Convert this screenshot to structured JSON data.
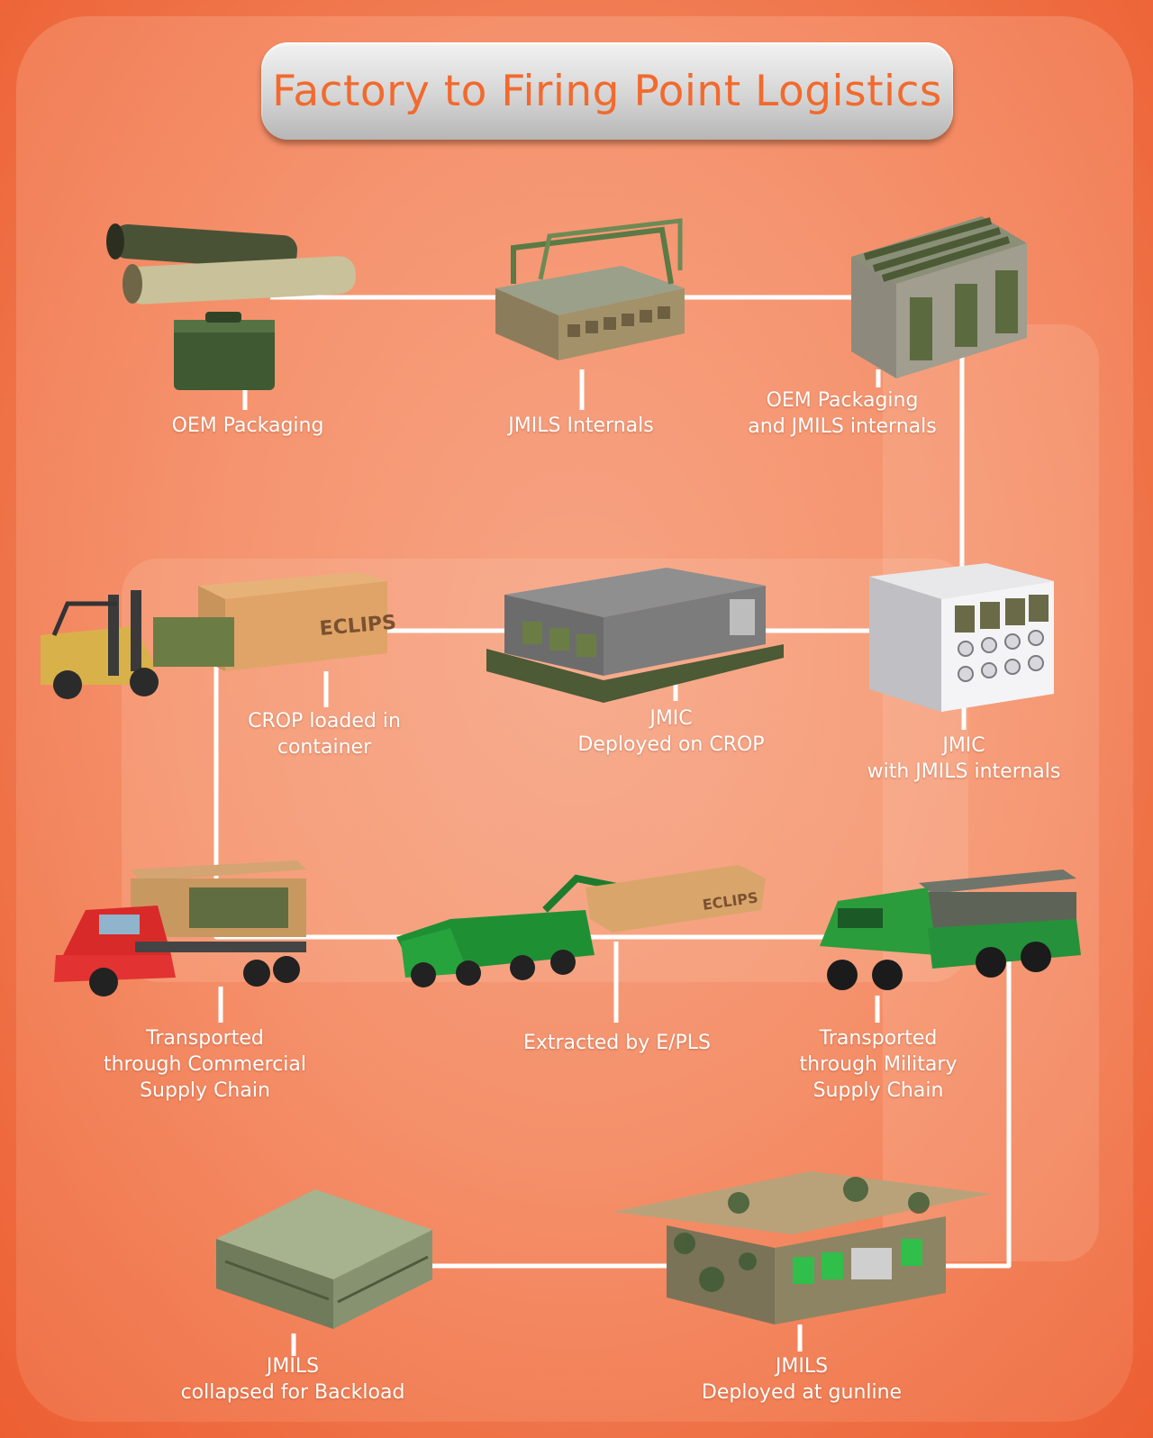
{
  "title": "Factory to Firing Point Logistics",
  "colors": {
    "background": "#f06a3c",
    "title_text": "#f26a2e",
    "flow_line": "#ffffff",
    "label_text": "#ffffff"
  },
  "steps": [
    {
      "id": "oem",
      "label": "OEM Packaging"
    },
    {
      "id": "jmils-internals",
      "label": "JMILS Internals"
    },
    {
      "id": "oem-jmils",
      "label": "OEM Packaging\nand JMILS internals"
    },
    {
      "id": "jmic-internals",
      "label": "JMIC\nwith JMILS internals"
    },
    {
      "id": "jmic-crop",
      "label": "JMIC\nDeployed on CROP"
    },
    {
      "id": "crop-container",
      "label": "CROP loaded in\ncontainer"
    },
    {
      "id": "commercial",
      "label": "Transported\nthrough Commercial\nSupply Chain"
    },
    {
      "id": "epls",
      "label": "Extracted by E/PLS"
    },
    {
      "id": "military",
      "label": "Transported\nthrough Military\nSupply Chain"
    },
    {
      "id": "gunline",
      "label": "JMILS\nDeployed at gunline"
    },
    {
      "id": "backload",
      "label": "JMILS\ncollapsed for Backload"
    }
  ],
  "brand_marks": [
    {
      "id": "container-brand",
      "text": "ECLIPS"
    },
    {
      "id": "epls-container-brand",
      "text": "ECLIPS"
    }
  ]
}
